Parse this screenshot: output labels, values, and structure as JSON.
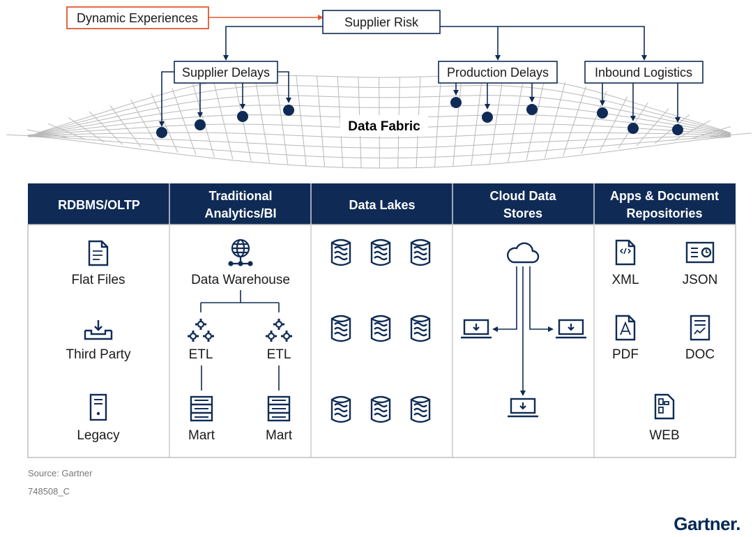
{
  "top": {
    "dynamic_experiences": "Dynamic Experiences",
    "supplier_risk": "Supplier Risk",
    "supplier_delays": "Supplier Delays",
    "production_delays": "Production Delays",
    "inbound_logistics": "Inbound Logistics",
    "data_fabric": "Data Fabric"
  },
  "table": {
    "headers": {
      "rdbms": "RDBMS/OLTP",
      "trad_1": "Traditional",
      "trad_2": "Analytics/BI",
      "lakes": "Data Lakes",
      "cloud_1": "Cloud Data",
      "cloud_2": "Stores",
      "apps_1": "Apps & Document",
      "apps_2": "Repositories"
    },
    "rdbms": {
      "flat_files": "Flat Files",
      "third_party": "Third Party",
      "legacy": "Legacy"
    },
    "trad": {
      "warehouse": "Data Warehouse",
      "etl": "ETL",
      "mart": "Mart"
    },
    "apps": {
      "xml": "XML",
      "json": "JSON",
      "pdf": "PDF",
      "doc": "DOC",
      "web": "WEB"
    }
  },
  "footer": {
    "source": "Source: Gartner",
    "id": "748508_C",
    "brand": "Gartner."
  },
  "colors": {
    "navy": "#0f2b55",
    "accent": "#e4572e",
    "grid": "#b8b8b8"
  },
  "icons": [
    "file-icon",
    "inbox-download-icon",
    "server-tower-icon",
    "globe-network-icon",
    "gears-icon",
    "server-rack-icon",
    "database-icon",
    "cloud-icon",
    "laptop-download-icon",
    "xml-file-icon",
    "json-icon",
    "pdf-file-icon",
    "doc-file-icon",
    "web-file-icon"
  ]
}
